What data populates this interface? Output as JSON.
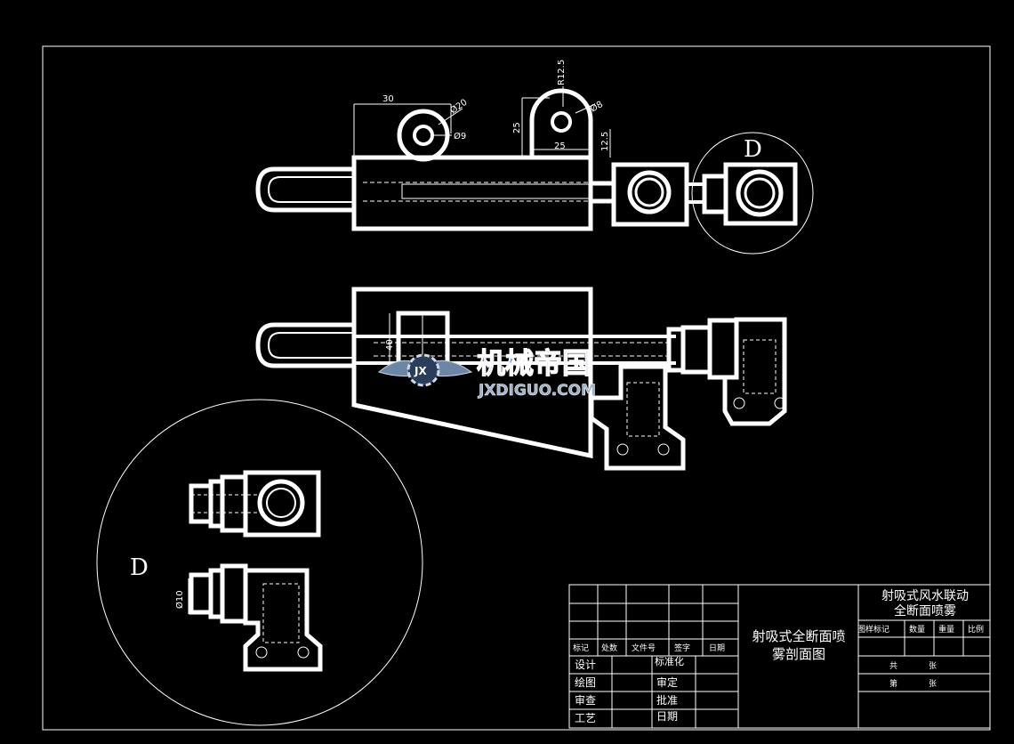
{
  "drawing": {
    "title_block": {
      "project_name": "射吸式风水联动全断面喷雾",
      "drawing_name": "射吸式全断面喷雾剖面图",
      "row_headers": [
        "标记",
        "处数",
        "文件号",
        "签字",
        "日期"
      ],
      "sign_labels": {
        "design": "设计",
        "standardization": "标准化",
        "drafting": "绘图",
        "review": "审定",
        "checking": "审查",
        "approval": "批准",
        "process": "工艺",
        "date": "日期"
      },
      "meta_headers": [
        "图样标记",
        "数量",
        "重量",
        "比例"
      ],
      "sheet_total": "共",
      "sheet_number": "第",
      "sheet_unit": "张"
    },
    "detail_label": "D",
    "detail_label_enlarged": "D",
    "dimensions": {
      "length_30": "30",
      "dia_20": "Ø20",
      "dia_9": "Ø9",
      "radius_12_5": "R12.5",
      "dia_8": "Ø8",
      "height_25": "25",
      "width_25": "25",
      "height_12_5": "12.5",
      "dia_10": "Ø10",
      "height_40": "40"
    },
    "watermark": {
      "brand_text": "机械帝国",
      "url_text": "JXDIGUO.COM",
      "emblem_text": "JX"
    }
  }
}
